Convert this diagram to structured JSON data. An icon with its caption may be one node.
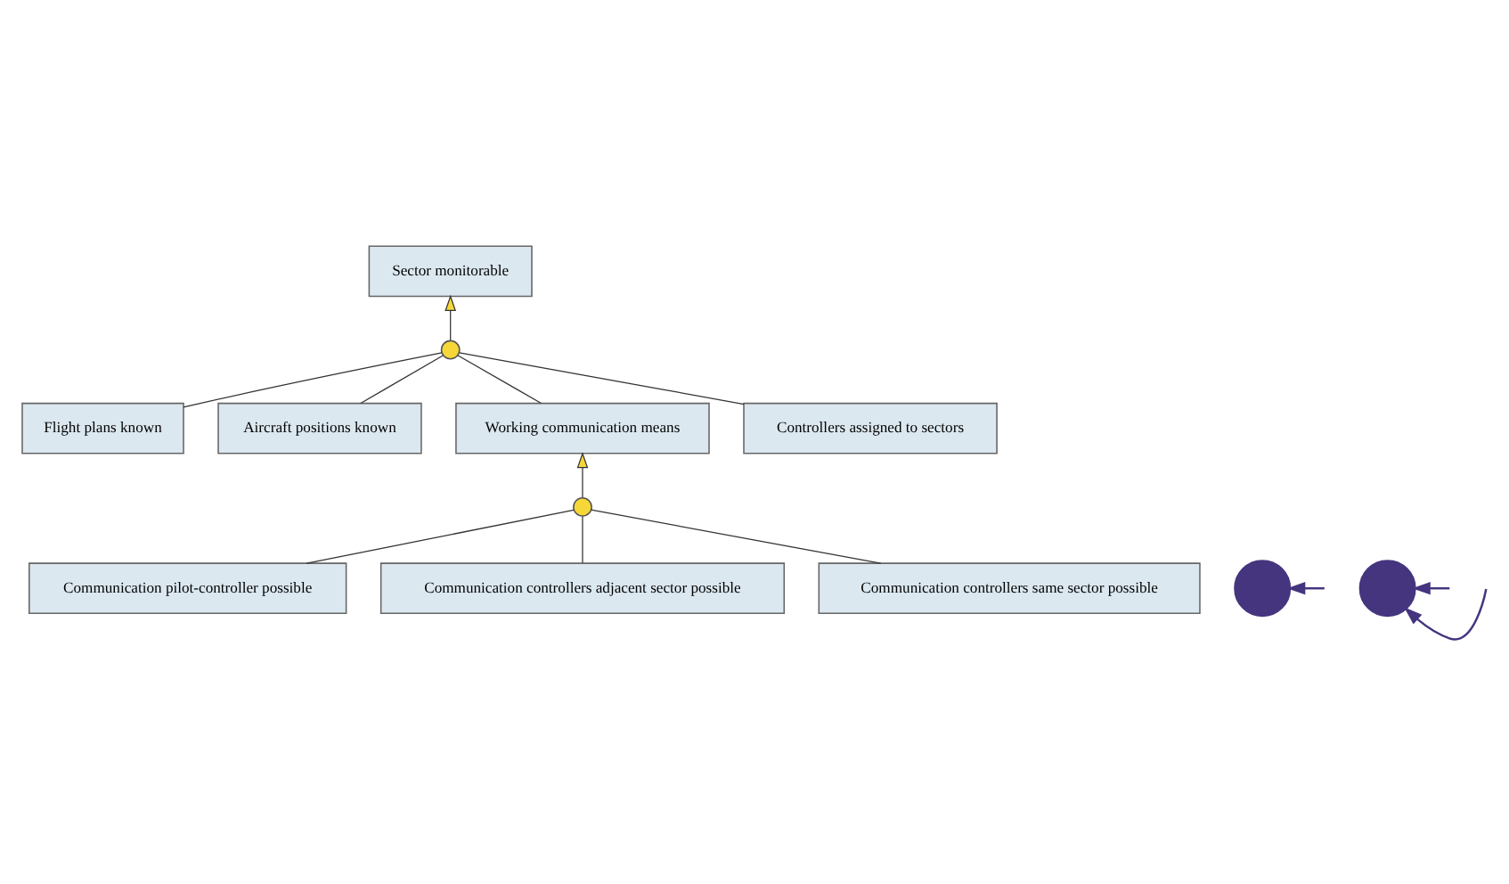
{
  "diagram": {
    "nodes": [
      {
        "text": [
          "Sector monitorable"
        ]
      },
      {
        "text": [],
        "shape": "circle"
      },
      {
        "text": [
          "Flight plans known"
        ]
      },
      {
        "text": [
          "Aircraft positions known"
        ]
      },
      {
        "text": [
          "Working communication means"
        ]
      },
      {
        "text": [
          "Controllers assigned to sectors"
        ]
      },
      {
        "text": [],
        "shape": "circle"
      },
      {
        "text": [],
        "shape": "circle"
      },
      {
        "text": [
          "Communication pilot-controller possible"
        ]
      },
      {
        "text": [],
        "shape": "circle"
      },
      {
        "text": [
          "Communication controllers adjacent sector possible"
        ]
      },
      {
        "text": [
          "Communication controllers same sector possible"
        ]
      }
    ],
    "edges": [
      {
        "from": 1,
        "to": 0,
        "arrow": "to"
      },
      {
        "from": 2,
        "to": 1,
        "arrow": "none"
      },
      {
        "from": 3,
        "to": 1,
        "arrow": "none"
      },
      {
        "from": 4,
        "to": 1,
        "arrow": "none"
      },
      {
        "from": 5,
        "to": 1,
        "arrow": "none"
      },
      {
        "from": null,
        "to": 6,
        "arrow": "to",
        "color": "#45357f"
      },
      {
        "from": 7,
        "to": 4,
        "arrow": "to"
      },
      {
        "from": 8,
        "to": 7,
        "arrow": "none"
      },
      {
        "from": 11,
        "to": 7,
        "arrow": "none"
      },
      {
        "from": 10,
        "to": 7,
        "arrow": "none"
      },
      {
        "from": null,
        "to": 9,
        "arrow": "to",
        "color": "#45357f"
      },
      {
        "from": null,
        "to": 9,
        "arrow": "to",
        "color": "#45357f"
      }
    ]
  }
}
